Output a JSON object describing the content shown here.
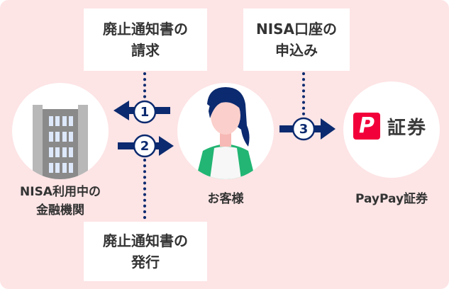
{
  "callouts": {
    "request": {
      "line1": "廃止通知書の",
      "line2": "請求"
    },
    "apply": {
      "line1": "NISA口座の",
      "line2": "申込み"
    },
    "issue": {
      "line1": "廃止通知書の",
      "line2": "発行"
    }
  },
  "steps": [
    "1",
    "2",
    "3"
  ],
  "actors": {
    "institution": {
      "line1": "NISA利用中の",
      "line2": "金融機関"
    },
    "customer": "お客様",
    "broker": "PayPay証券"
  },
  "logo": {
    "text": "証券",
    "letter": "P"
  },
  "colors": {
    "navy": "#0b2a6f",
    "background": "#fde4e5",
    "logo_red": "#f2003a",
    "green": "#22b573"
  }
}
